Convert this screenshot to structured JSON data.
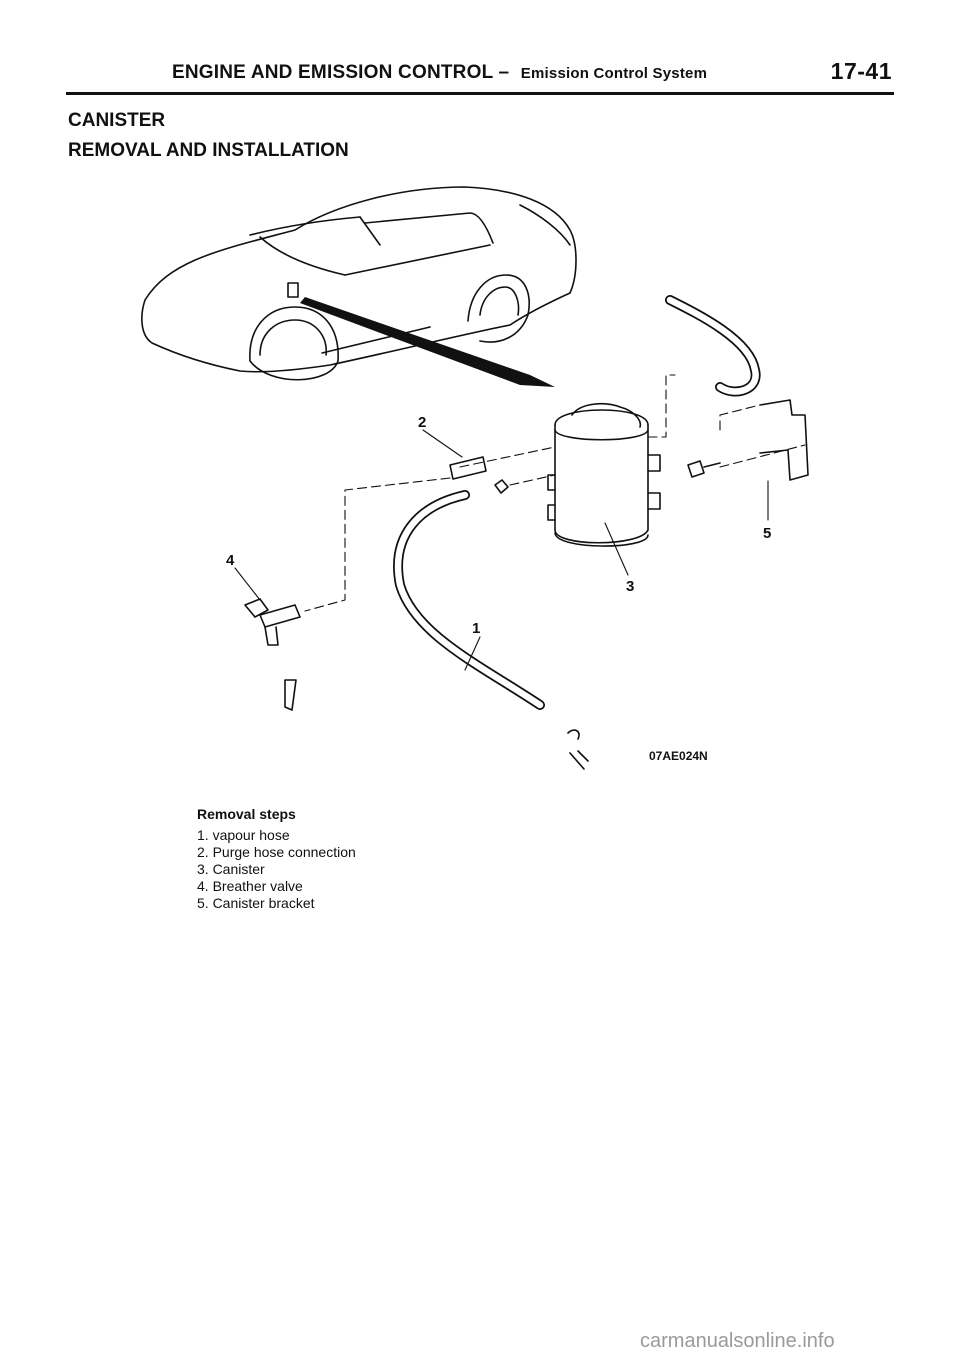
{
  "header": {
    "main": "ENGINE AND EMISSION CONTROL",
    "separator": "–",
    "sub": "Emission Control System",
    "page": "17-41"
  },
  "section": {
    "title": "CANISTER",
    "subtitle": "REMOVAL AND INSTALLATION"
  },
  "diagram": {
    "callouts": [
      "1",
      "2",
      "3",
      "4",
      "5"
    ],
    "code": "07AE024N"
  },
  "steps": {
    "heading": "Removal steps",
    "items": [
      "1. vapour hose",
      "2. Purge hose connection",
      "3. Canister",
      "4. Breather valve",
      "5. Canister bracket"
    ]
  },
  "footer": "carmanualsonline.info"
}
